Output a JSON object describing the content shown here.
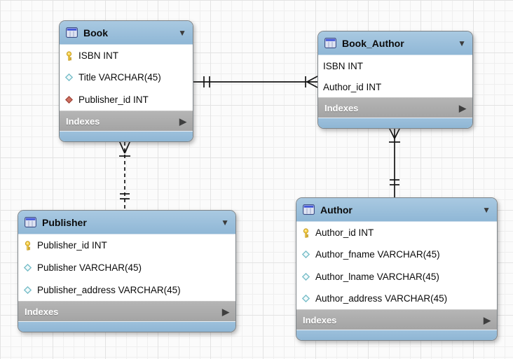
{
  "icons": {
    "collapse": "▼",
    "expand": "▶"
  },
  "tables": [
    {
      "name": "Book",
      "indexes_label": "Indexes",
      "columns": [
        {
          "icon": "primary-key",
          "label": "ISBN INT"
        },
        {
          "icon": "column",
          "label": "Title VARCHAR(45)"
        },
        {
          "icon": "foreign-key",
          "label": "Publisher_id INT"
        }
      ]
    },
    {
      "name": "Book_Author",
      "indexes_label": "Indexes",
      "columns": [
        {
          "icon": "none",
          "label": "ISBN INT"
        },
        {
          "icon": "none",
          "label": "Author_id INT"
        }
      ]
    },
    {
      "name": "Publisher",
      "indexes_label": "Indexes",
      "columns": [
        {
          "icon": "primary-key",
          "label": "Publisher_id INT"
        },
        {
          "icon": "column",
          "label": "Publisher VARCHAR(45)"
        },
        {
          "icon": "column",
          "label": "Publisher_address VARCHAR(45)"
        }
      ]
    },
    {
      "name": "Author",
      "indexes_label": "Indexes",
      "columns": [
        {
          "icon": "primary-key",
          "label": "Author_id INT"
        },
        {
          "icon": "column",
          "label": "Author_fname VARCHAR(45)"
        },
        {
          "icon": "column",
          "label": "Author_lname VARCHAR(45)"
        },
        {
          "icon": "column",
          "label": "Author_address VARCHAR(45)"
        }
      ]
    }
  ],
  "relationships": [
    {
      "from_table": "Book",
      "to_table": "Book_Author",
      "line_style": "solid",
      "from_marker": "exactly-one",
      "to_marker": "one-or-many-crowfoot"
    },
    {
      "from_table": "Book",
      "to_table": "Publisher",
      "line_style": "dashed",
      "from_marker": "one-or-many-crowfoot",
      "to_marker": "exactly-one"
    },
    {
      "from_table": "Book_Author",
      "to_table": "Author",
      "line_style": "solid",
      "from_marker": "one-or-many-crowfoot",
      "to_marker": "exactly-one"
    }
  ],
  "colors": {
    "table_header": "#9CC1DC",
    "indexes_bar": "#ABABAB",
    "primary_key_icon": "#FCD54F",
    "column_icon_outline": "#79BEC9",
    "foreign_key_icon": "#CE6F60",
    "connector": "#141414",
    "grid_line": "#ECECEC"
  }
}
